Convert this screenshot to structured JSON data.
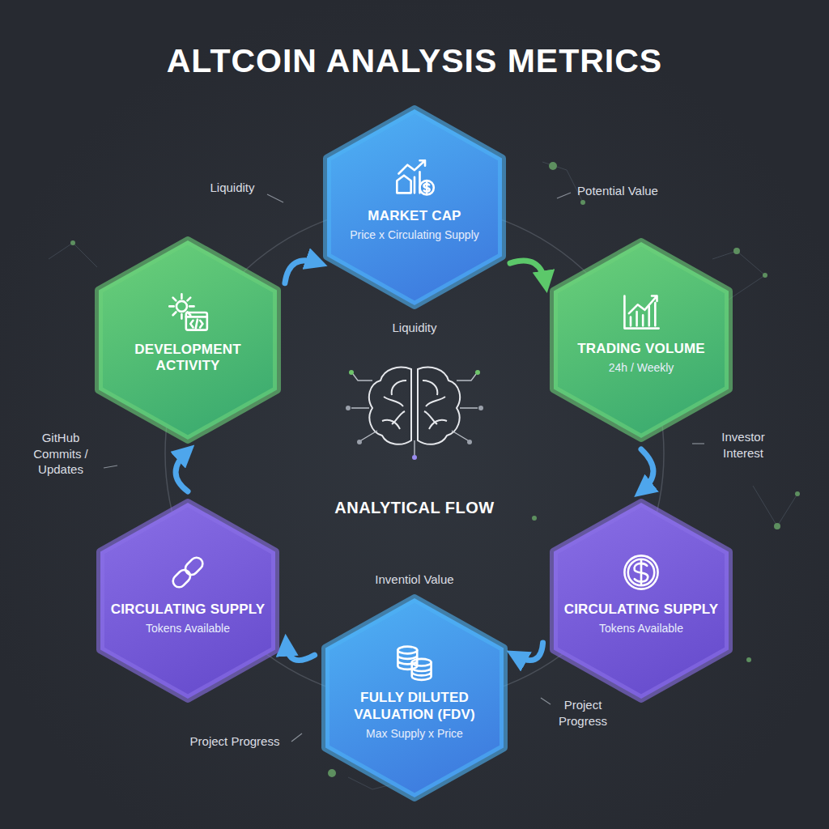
{
  "diagram": {
    "title": "ALTCOIN ANALYSIS METRICS",
    "nodes": [
      {
        "text": [
          "MARKET CAP",
          "Price x Circulating Supply"
        ]
      },
      {
        "text": [
          "TRADING VOLUME",
          "24h / Weekly"
        ]
      },
      {
        "text": [
          "CIRCULATING SUPPLY",
          "Tokens Available"
        ]
      },
      {
        "text": [
          "FULLY DILUTED VALUATION (FDV)",
          "Max Supply x Price"
        ]
      },
      {
        "text": [
          "CIRCULATING SUPPLY",
          "Tokens Available"
        ]
      },
      {
        "text": [
          "DEVELOPMENT ACTIVITY"
        ]
      }
    ],
    "edges": [
      {
        "from": 5,
        "to": 0,
        "arrow": "to",
        "label": "Liquidity"
      },
      {
        "from": 0,
        "to": 1,
        "arrow": "to",
        "label": "Potential Value"
      },
      {
        "from": 1,
        "to": 2,
        "arrow": "to",
        "label": "Investor Interest"
      },
      {
        "from": 2,
        "to": 3,
        "arrow": "to",
        "label": "Project Progress"
      },
      {
        "from": 3,
        "to": 4,
        "arrow": "to",
        "label": "Project Progress"
      },
      {
        "from": 4,
        "to": 5,
        "arrow": "to",
        "label": "GitHub Commits / Updates"
      }
    ],
    "labels": [
      "Liquidity",
      "Inventiol Value",
      "ANALYTICAL FLOW"
    ]
  }
}
